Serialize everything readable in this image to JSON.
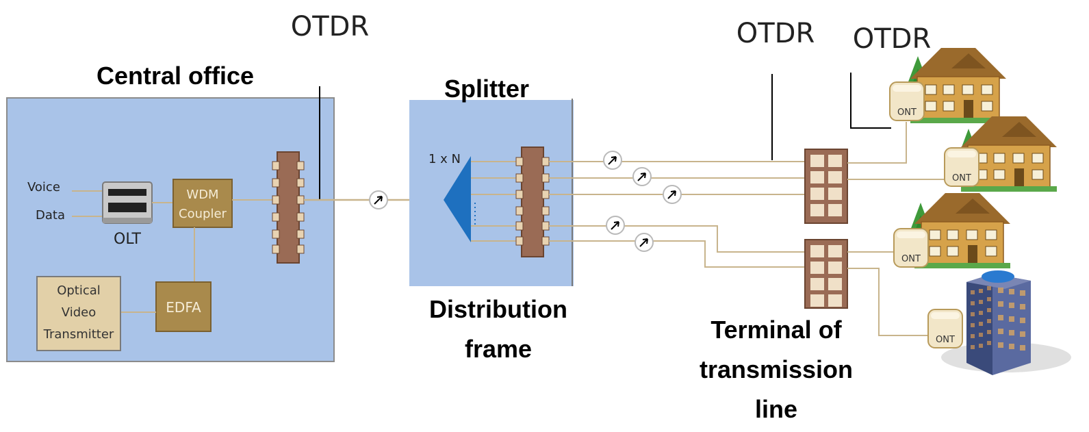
{
  "labels": {
    "otdr_1": "OTDR",
    "otdr_2": "OTDR",
    "otdr_3": "OTDR",
    "central_office": "Central office",
    "splitter": "Splitter",
    "distribution_frame_line1": "Distribution",
    "distribution_frame_line2": "frame",
    "terminal_line1": "Terminal of",
    "terminal_line2": "transmission",
    "terminal_line3": "line"
  },
  "central_office": {
    "voice": "Voice",
    "data": "Data",
    "olt": "OLT",
    "wdm_line1": "WDM",
    "wdm_line2": "Coupler",
    "edfa": "EDFA",
    "video_line1": "Optical",
    "video_line2": "Video",
    "video_line3": "Transmitter"
  },
  "splitter": {
    "ratio": "1 x N"
  },
  "ont_label": "ONT",
  "colors": {
    "panel_fill": "#a9c3e8",
    "panel_border": "#8b8b8b",
    "box_fill": "#a98a4c",
    "box_border": "#7a6030",
    "video_fill": "#e2d0a8",
    "patch_panel": "#9a6b55",
    "fiber": "#c8b48c",
    "splitter_triangle": "#1e70bf",
    "ont_fill": "#f2e6c8",
    "house_wall": "#d6a24a",
    "house_roof": "#9a6a2c",
    "tree": "#3f9a3a",
    "building": "#4a5a8c"
  }
}
